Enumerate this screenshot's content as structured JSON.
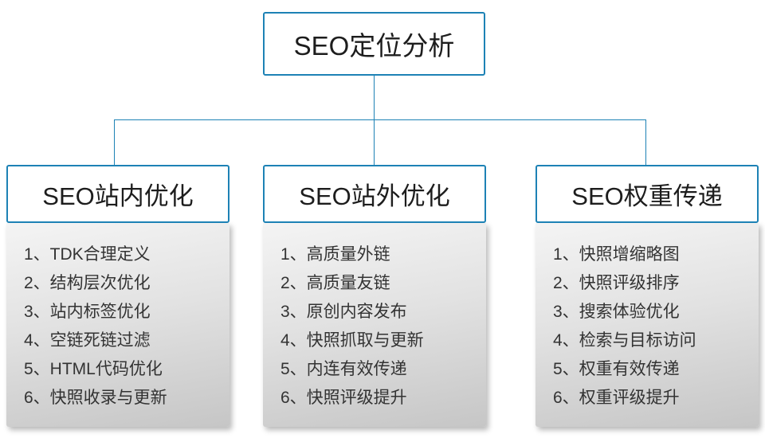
{
  "root": {
    "title": "SEO定位分析"
  },
  "columns": [
    {
      "title": "SEO站内优化",
      "items": [
        "1、TDK合理定义",
        "2、结构层次优化",
        "3、站内标签优化",
        "4、空链死链过滤",
        "5、HTML代码优化",
        "6、快照收录与更新"
      ]
    },
    {
      "title": "SEO站外优化",
      "items": [
        "1、高质量外链",
        "2、高质量友链",
        "3、原创内容发布",
        "4、快照抓取与更新",
        "5、内连有效传递",
        "6、快照评级提升"
      ]
    },
    {
      "title": "SEO权重传递",
      "items": [
        "1、快照增缩略图",
        "2、快照评级排序",
        "3、搜索体验优化",
        "4、检索与目标访问",
        "5、权重有效传递",
        "6、权重评级提升"
      ]
    }
  ],
  "colors": {
    "accent": "#1d82b5"
  }
}
